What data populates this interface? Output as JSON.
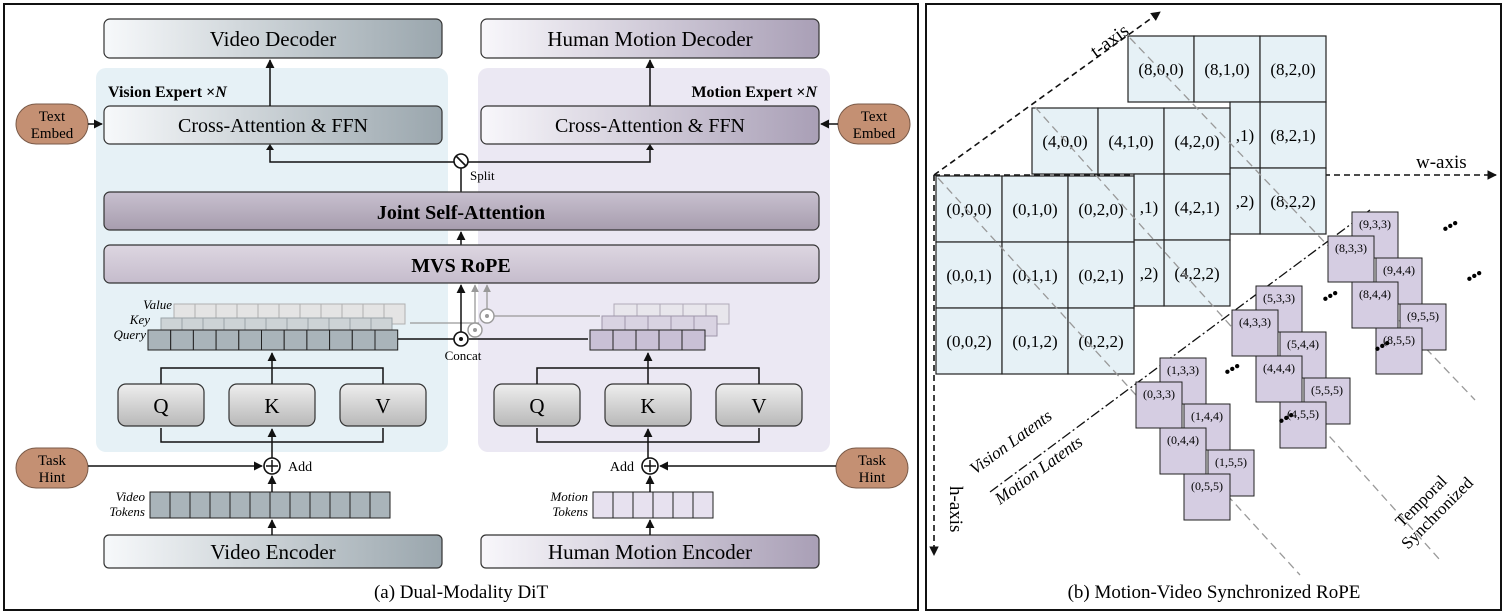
{
  "panel_a": {
    "caption": "(a) Dual-Modality DiT",
    "video_decoder": "Video Decoder",
    "motion_decoder": "Human Motion Decoder",
    "vision_expert": "Vision Expert ×",
    "vision_expert_n": "N",
    "motion_expert": "Motion Expert ×",
    "motion_expert_n": "N",
    "text_embed_left": [
      "Text",
      "Embed"
    ],
    "text_embed_right": [
      "Text",
      "Embed"
    ],
    "cross_attn_left": "Cross-Attention & FFN",
    "cross_attn_right": "Cross-Attention & FFN",
    "split": "Split",
    "joint_self_attention": "Joint Self-Attention",
    "mvs_rope": "MVS RoPE",
    "value": "Value",
    "key": "Key",
    "query": "Query",
    "concat": "Concat",
    "q_left": "Q",
    "k_left": "K",
    "v_left": "V",
    "q_right": "Q",
    "k_right": "K",
    "v_right": "V",
    "task_hint_left": [
      "Task",
      "Hint"
    ],
    "task_hint_right": [
      "Task",
      "Hint"
    ],
    "add_left": "Add",
    "add_right": "Add",
    "video_tokens": [
      "Video",
      "Tokens"
    ],
    "motion_tokens": [
      "Motion",
      "Tokens"
    ],
    "video_encoder": "Video Encoder",
    "motion_encoder": "Human Motion Encoder"
  },
  "panel_b": {
    "caption": "(b) Motion-Video Synchronized RoPE",
    "t_axis": "t-axis",
    "w_axis": "w-axis",
    "h_axis": "h-axis",
    "vision_latents": "Vision Latents",
    "motion_latents": "Motion Latents",
    "temporal": "Temporal",
    "synchronized": "Synchronized",
    "ellipsis": "•••",
    "grid_back": [
      "(8,0,0)",
      "(8,1,0)",
      "(8,2,0)",
      "(8,2,1)",
      "(8,2,2)"
    ],
    "grid_mid": [
      "(4,0,0)",
      "(4,1,0)",
      "(4,2,0)",
      "(4,2,1)",
      "(4,2,2)"
    ],
    "grid_mid_partial": [
      ",1)",
      ",2)",
      ",1)",
      ",2)"
    ],
    "grid_front": [
      "(0,0,0)",
      "(0,1,0)",
      "(0,2,0)",
      "(0,0,1)",
      "(0,1,1)",
      "(0,2,1)",
      "(0,0,2)",
      "(0,1,2)",
      "(0,2,2)"
    ],
    "motion_cells": [
      [
        "(1,3,3)",
        "(0,3,3)",
        "(1,4,4)",
        "(0,4,4)",
        "(1,5,5)",
        "(0,5,5)"
      ],
      [
        "(5,3,3)",
        "(4,3,3)",
        "(5,4,4)",
        "(4,4,4)",
        "(5,5,5)",
        "(4,5,5)"
      ],
      [
        "(9,3,3)",
        "(8,3,3)",
        "(9,4,4)",
        "(8,4,4)",
        "(9,5,5)",
        "(8,5,5)"
      ]
    ]
  }
}
